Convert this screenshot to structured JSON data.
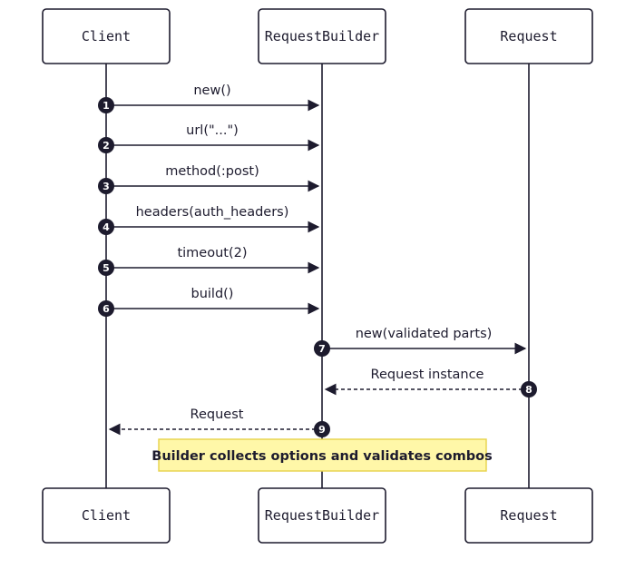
{
  "participants": {
    "client": "Client",
    "builder": "RequestBuilder",
    "request": "Request"
  },
  "messages": [
    {
      "num": "1",
      "label": "new()",
      "from": "client",
      "to": "builder",
      "style": "solid"
    },
    {
      "num": "2",
      "label": "url(\"...\")",
      "from": "client",
      "to": "builder",
      "style": "solid"
    },
    {
      "num": "3",
      "label": "method(:post)",
      "from": "client",
      "to": "builder",
      "style": "solid"
    },
    {
      "num": "4",
      "label": "headers(auth_headers)",
      "from": "client",
      "to": "builder",
      "style": "solid"
    },
    {
      "num": "5",
      "label": "timeout(2)",
      "from": "client",
      "to": "builder",
      "style": "solid"
    },
    {
      "num": "6",
      "label": "build()",
      "from": "client",
      "to": "builder",
      "style": "solid"
    },
    {
      "num": "7",
      "label": "new(validated parts)",
      "from": "builder",
      "to": "request",
      "style": "solid"
    },
    {
      "num": "8",
      "label": "Request instance",
      "from": "request",
      "to": "builder",
      "style": "dashed"
    },
    {
      "num": "9",
      "label": "Request",
      "from": "builder",
      "to": "client",
      "style": "dashed"
    }
  ],
  "note": {
    "text": "Builder collects options and validates combos"
  }
}
